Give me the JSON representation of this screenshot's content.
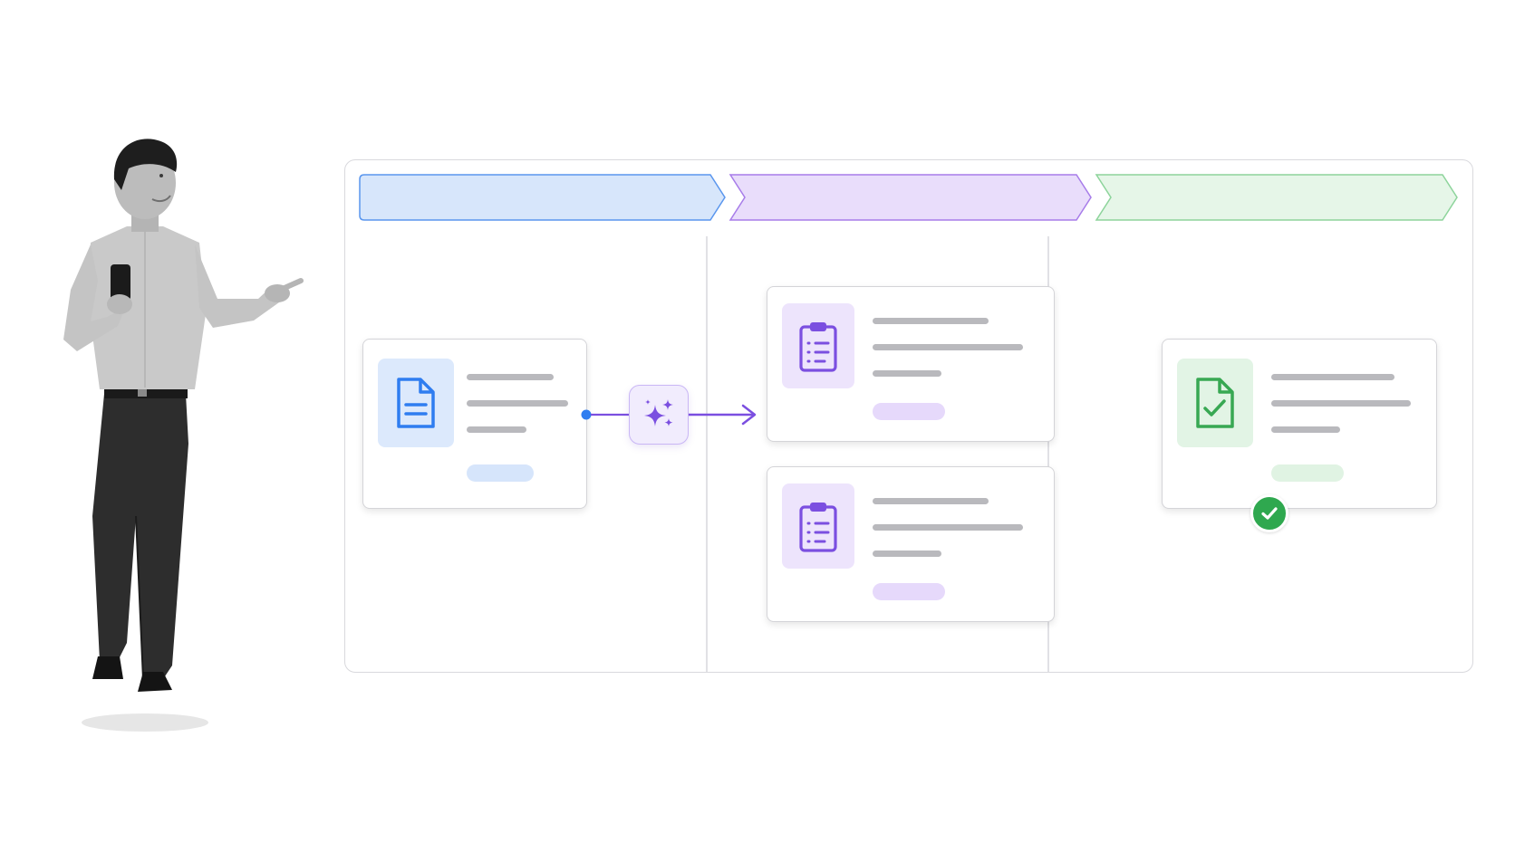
{
  "stages": [
    {
      "id": "intake",
      "fill": "#d7e6fb",
      "stroke": "#5a96ee"
    },
    {
      "id": "ai-process",
      "fill": "#e9ddfb",
      "stroke": "#a77ce9"
    },
    {
      "id": "approved",
      "fill": "#e6f6e8",
      "stroke": "#8dd49b"
    }
  ],
  "cards": [
    {
      "id": "source-document",
      "icon": "document-icon",
      "accent": "#2f7df0",
      "tile": "#dce9fc",
      "pill": "#d6e5fb"
    },
    {
      "id": "ai-output-checklist-1",
      "icon": "clipboard-list-icon",
      "accent": "#7b4fe0",
      "tile": "#ede4fc",
      "pill": "#e6d9fb"
    },
    {
      "id": "ai-output-checklist-2",
      "icon": "clipboard-list-icon",
      "accent": "#7b4fe0",
      "tile": "#ede4fc",
      "pill": "#e6d9fb"
    },
    {
      "id": "approved-document",
      "icon": "document-check-icon",
      "accent": "#38a853",
      "tile": "#e2f4e5",
      "pill": "#e0f3e3"
    }
  ],
  "connector": {
    "dot_color": "#2f7df0",
    "arrow_color": "#7b4fe0",
    "node_icon": "sparkles-icon"
  },
  "badge": {
    "icon": "check-icon",
    "color": "#2fa84f"
  }
}
